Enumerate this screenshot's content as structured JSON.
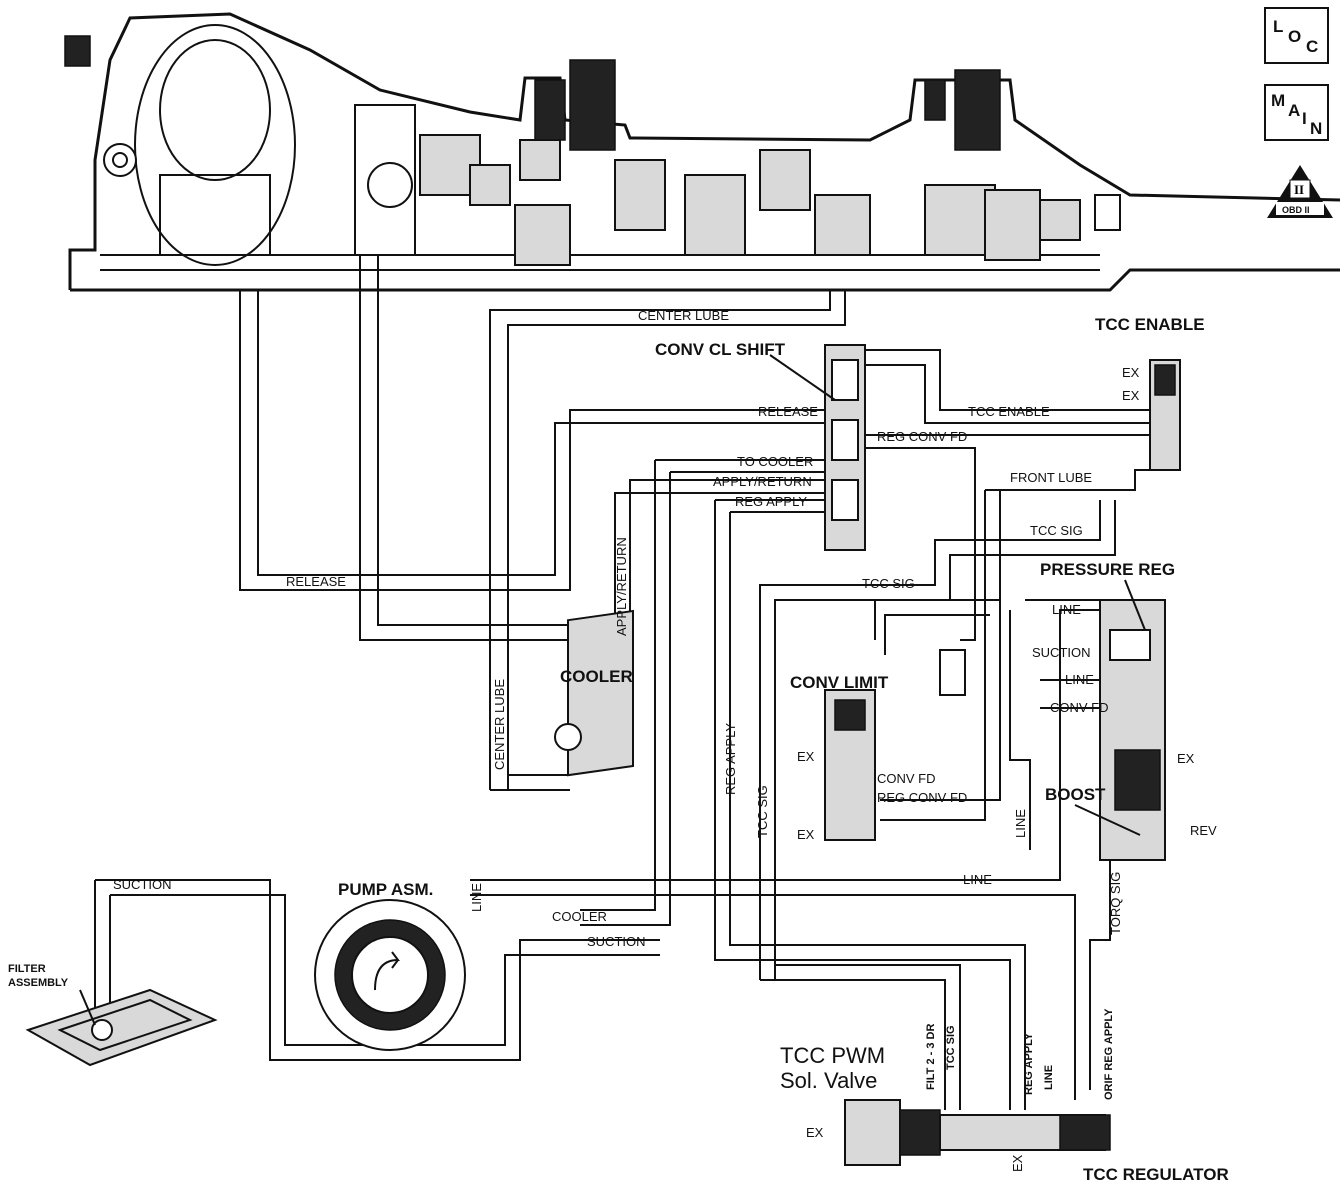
{
  "nav": {
    "loc": {
      "l1": "L",
      "l2": "O",
      "l3": "C"
    },
    "main": {
      "l1": "M",
      "l2": "A",
      "l3": "I",
      "l4": "N"
    },
    "obd": {
      "numeral": "II",
      "text": "OBD II"
    }
  },
  "titles": {
    "tcc_enable": "TCC ENABLE",
    "conv_cl_shift": "CONV CL SHIFT",
    "pressure_reg": "PRESSURE REG",
    "conv_limit": "CONV LIMIT",
    "boost": "BOOST",
    "cooler": "COOLER",
    "pump": "PUMP ASM.",
    "filter_1": "FILTER",
    "filter_2": "ASSEMBLY",
    "tcc_pwm_1": "TCC PWM",
    "tcc_pwm_2": "Sol. Valve",
    "tcc_regulator": "TCC REGULATOR"
  },
  "labels": {
    "center_lube_top": "CENTER LUBE",
    "release_top": "RELEASE",
    "tcc_enable_line": "TCC ENABLE",
    "reg_conv_fd_top": "REG CONV FD",
    "to_cooler": "TO COOLER",
    "apply_return_top": "APPLY/RETURN",
    "reg_apply_top": "REG APPLY",
    "front_lube": "FRONT LUBE",
    "tcc_sig_right": "TCC SIG",
    "tcc_sig_mid": "TCC SIG",
    "release_left": "RELEASE",
    "apply_return_v": "APPLY/RETURN",
    "center_lube_v": "CENTER LUBE",
    "reg_apply_v": "REG APPLY",
    "tcc_sig_v": "TCC SIG",
    "ex_enable_1": "EX",
    "ex_enable_2": "EX",
    "pr_line_1": "LINE",
    "pr_suction": "SUCTION",
    "pr_line_2": "LINE",
    "pr_conv_fd": "CONV FD",
    "pr_ex": "EX",
    "pr_rev": "REV",
    "torq_sig": "TORQ SIG",
    "line_v": "LINE",
    "line_h": "LINE",
    "cl_ex_1": "EX",
    "cl_ex_2": "EX",
    "cl_conv_fd": "CONV FD",
    "cl_reg_conv_fd": "REG CONV FD",
    "suction_top": "SUCTION",
    "suction_bottom": "SUCTION",
    "cooler_line": "COOLER",
    "pump_line": "LINE",
    "filt_2_3_dr": "FILT 2 - 3 DR",
    "tcc_sig_sol": "TCC SIG",
    "reg_apply_sol": "REG APPLY",
    "line_sol": "LINE",
    "orif_reg_apply": "ORIF REG APPLY",
    "sol_ex": "EX",
    "reg_ex": "EX"
  }
}
